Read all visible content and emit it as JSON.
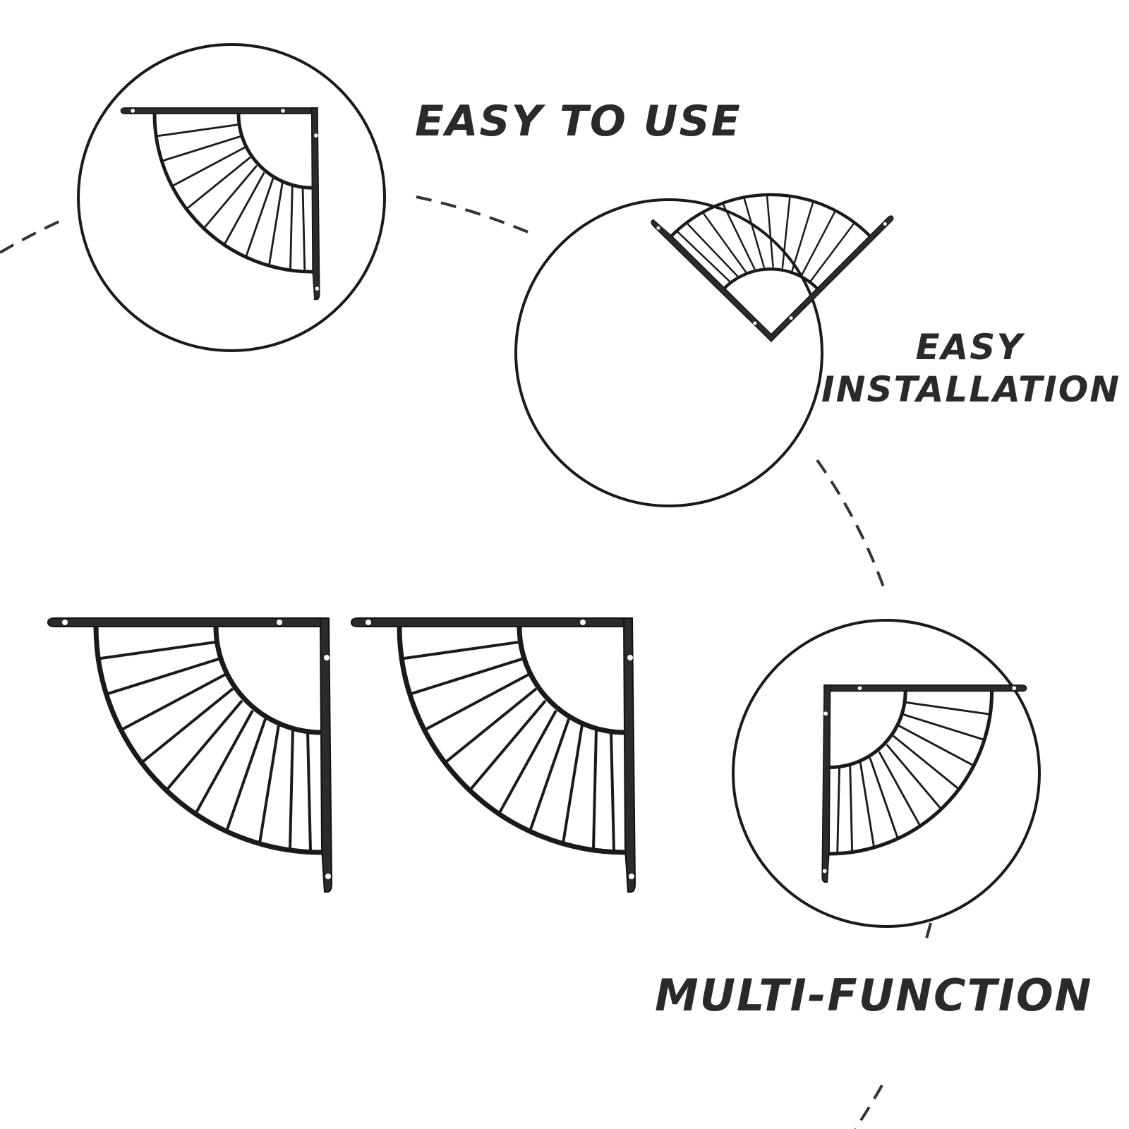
{
  "features": {
    "easy_to_use": "EASY TO USE",
    "easy_installation_line1": "EASY",
    "easy_installation_line2": "INSTALLATION",
    "multi_function": "MULTI-FUNCTION"
  },
  "colors": {
    "background": "#ffffff",
    "ink": "#1a1a1a",
    "text": "#2a2a2a"
  }
}
